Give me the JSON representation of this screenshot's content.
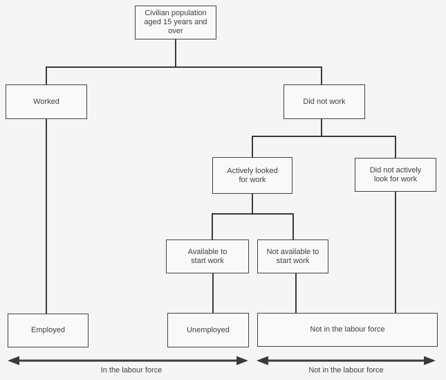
{
  "diagram": {
    "nodes": {
      "civilian": {
        "label": "Civilian population\naged 15 years and\nover"
      },
      "worked": {
        "label": "Worked"
      },
      "did_not_work": {
        "label": "Did not work"
      },
      "actively_looked": {
        "label": "Actively looked\nfor work"
      },
      "did_not_actively": {
        "label": "Did not actively\nlook for work"
      },
      "available": {
        "label": "Available to\nstart work"
      },
      "not_available": {
        "label": "Not available to\nstart work"
      },
      "employed": {
        "label": "Employed"
      },
      "unemployed": {
        "label": "Unemployed"
      },
      "not_in_labour_force": {
        "label": "Not in the labour force"
      }
    },
    "footer": {
      "in_labour_force_label": "In the labour force",
      "not_in_labour_force_label": "Not in the labour force"
    },
    "colors": {
      "background": "#f5f5f5",
      "box_fill": "#f9f9f9",
      "box_border": "#424242",
      "line": "#3a3a3a",
      "text": "#3d3d3d"
    }
  }
}
